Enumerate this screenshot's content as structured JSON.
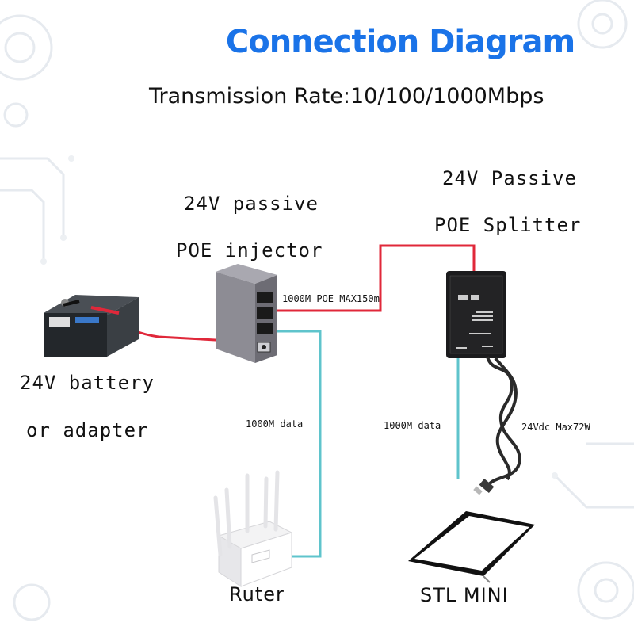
{
  "header": {
    "title": "Connection Diagram",
    "subtitle": "Transmission Rate:10/100/1000Mbps"
  },
  "injector": {
    "label_line1": "24V passive",
    "label_line2": "POE injector"
  },
  "splitter": {
    "label_line1": "24V Passive",
    "label_line2": "POE Splitter"
  },
  "power_source": {
    "label_line1": "24V battery",
    "label_line2": "or adapter"
  },
  "links": {
    "poe_link": "1000M POE MAX150m",
    "data_left": "1000M data",
    "data_right": "1000M data",
    "dc_out": "24Vdc Max72W"
  },
  "devices": {
    "router_label": "Ruter",
    "stl_label": "STL MINI"
  },
  "colors": {
    "title": "#1a73e8",
    "power_cable": "#e0283a",
    "data_cable": "#5fc4cc"
  }
}
